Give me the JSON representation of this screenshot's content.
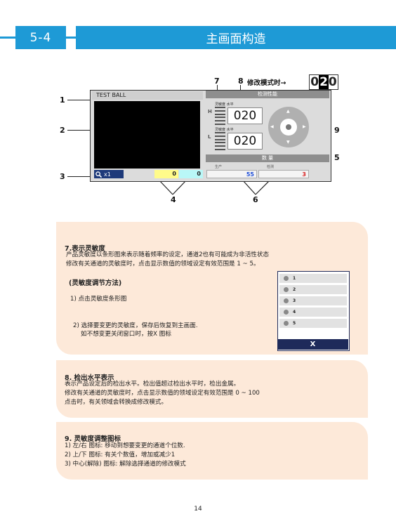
{
  "header": {
    "section_number": "5-4",
    "title": "主画面构造"
  },
  "callouts": {
    "c1": "1",
    "c2": "2",
    "c3": "3",
    "c4": "4",
    "c5": "5",
    "c6": "6",
    "c7": "7",
    "c8": "8",
    "c9": "9"
  },
  "mode_indicator": {
    "label": "修改模式时→",
    "value_pre": "0",
    "value_hl": "2",
    "value_post": "0"
  },
  "screen": {
    "left_title": "TEST BALL",
    "zoom_label": "x1",
    "count_yellow": "0",
    "count_cyan": "0",
    "right_header": "检测性能",
    "sens_label_h": "灵敏度 水平",
    "sens_label_l": "灵敏度 水平",
    "h_letter": "H",
    "l_letter": "L",
    "h_value": "020",
    "l_value": "020",
    "qty_header": "数 量",
    "produce_label": "生产",
    "detect_label": "检测",
    "produce_value": "55",
    "detect_value": "3"
  },
  "panel1": {
    "title": "7.表示灵敏度",
    "line1": "产品灵敏度以条形图来表示随着频率的设定，通道2也有可能成为非活性状态",
    "line2": "修改有关通道的灵敏度时，点击显示数值的领域设定有效范围是 1 ~ 5。",
    "subtitle": "(灵敏度调节方法)",
    "step1": "1) 点击灵敏度条形图",
    "step2": "2) 选择要变更的灵敏度，保存后恢复到主画面.",
    "step2b": "如不想变更关闭窗口时，按X 图标",
    "menu_items": [
      "1",
      "2",
      "3",
      "4",
      "5"
    ],
    "close": "X"
  },
  "panel2": {
    "title": "8. 检出水平表示",
    "line1": "表示产品设定后的检出水平。检出值超过检出水平时，检出金属。",
    "line2": "修改有关通道的灵敏度时，点击显示数值的领域设定有效范围是 0 ~ 100",
    "line3": "点击时，有关领域会转换成修改模式。"
  },
  "panel3": {
    "title": "9. 灵敏度调整图标",
    "line1": "1) 左/右 图标: 移动到想要变更的通道个位数.",
    "line2": "2) 上/下 图标: 有关个数值，增加或减少1",
    "line3": "3) 中心(解除) 图标: 解除选择通道的修改模式"
  },
  "page_number": "14",
  "colors": {
    "accent": "#1e9ad6",
    "panel_bg": "#fde9d9",
    "menu_navy": "#1e2a5a"
  }
}
